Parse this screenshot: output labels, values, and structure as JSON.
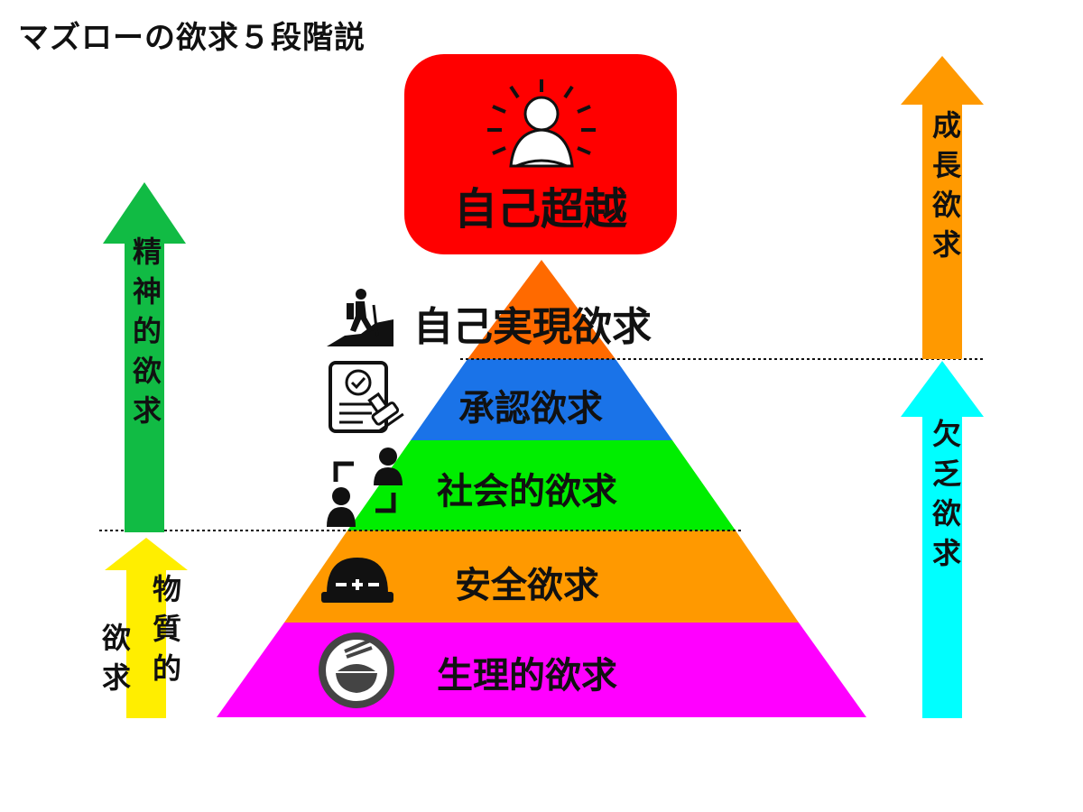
{
  "title": "マズローの欲求５段階説",
  "top": {
    "label": "自己超越",
    "icon": "buddha-icon",
    "color": "#ff0000"
  },
  "levels": [
    {
      "label": "自己実現欲求",
      "color": "#ff6a00",
      "icon": "hiker-icon"
    },
    {
      "label": "承認欲求",
      "color": "#1a73e8",
      "icon": "certificate-stamp-icon"
    },
    {
      "label": "社会的欲求",
      "color": "#00ee00",
      "icon": "people-connect-icon"
    },
    {
      "label": "安全欲求",
      "color": "#ff9900",
      "icon": "helmet-icon"
    },
    {
      "label": "生理的欲求",
      "color": "#ff00ff",
      "icon": "food-bowl-icon"
    }
  ],
  "arrows": {
    "spiritual": {
      "label": "精神的欲求",
      "color": "#11bb44"
    },
    "material_col1": "物質的",
    "material_col2": "欲求",
    "material_color": "#ffee00",
    "growth": {
      "label": "成長欲求",
      "color": "#ff9900"
    },
    "deficiency": {
      "label": "欠乏欲求",
      "color": "#00ffff"
    }
  }
}
